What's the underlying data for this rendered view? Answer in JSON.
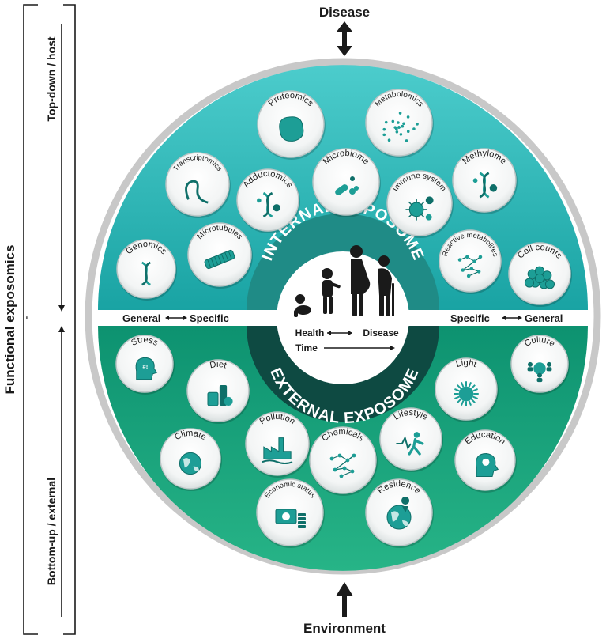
{
  "labels": {
    "top": "Disease",
    "bottom": "Environment",
    "left_main": "Functional exposomics",
    "left_top": "Top-down / host",
    "left_bottom": "Bottom-up / external",
    "left_sep": "-",
    "gs_left_a": "General",
    "gs_left_b": "Specific",
    "gs_right_a": "Specific",
    "gs_right_b": "General",
    "internal": "INTERNAL EXPOSOME",
    "external": "EXTERNAL EXPOSOME",
    "health": "Health",
    "disease": "Disease",
    "time": "Time"
  },
  "internal_items": [
    {
      "name": "Proteomics",
      "icon": "protein-blob-icon"
    },
    {
      "name": "Metabolomics",
      "icon": "metabolite-dots-icon"
    },
    {
      "name": "Transcriptomics",
      "icon": "rna-strand-icon"
    },
    {
      "name": "Microbiome",
      "icon": "bacteria-icon"
    },
    {
      "name": "Methylome",
      "icon": "methylated-dna-icon"
    },
    {
      "name": "Adductomics",
      "icon": "dna-adduct-icon"
    },
    {
      "name": "Immune system",
      "icon": "immune-cell-icon"
    },
    {
      "name": "Microtubules",
      "icon": "microtubule-icon"
    },
    {
      "name": "Reactive metabolites",
      "icon": "reactive-molecule-icon"
    },
    {
      "name": "Genomics",
      "icon": "dna-helix-icon"
    },
    {
      "name": "Cell counts",
      "icon": "cell-cluster-icon"
    }
  ],
  "external_items": [
    {
      "name": "Stress",
      "icon": "stressed-head-icon"
    },
    {
      "name": "Culture",
      "icon": "people-globe-icon"
    },
    {
      "name": "Diet",
      "icon": "food-icon"
    },
    {
      "name": "Light",
      "icon": "sun-icon"
    },
    {
      "name": "Pollution",
      "icon": "factory-icon"
    },
    {
      "name": "Lifestyle",
      "icon": "runner-icon"
    },
    {
      "name": "Climate",
      "icon": "globe-weather-icon"
    },
    {
      "name": "Chemicals",
      "icon": "molecule-network-icon"
    },
    {
      "name": "Education",
      "icon": "lightbulb-head-icon"
    },
    {
      "name": "Economic status",
      "icon": "money-icon"
    },
    {
      "name": "Residence",
      "icon": "globe-pin-icon"
    }
  ],
  "colors": {
    "internal_top": "#35c6c6",
    "internal_bottom": "#1aa7a6",
    "external_top": "#0f9c78",
    "external_bottom": "#24b386",
    "ring_dark": "#1e7f7a",
    "outer_ring": "#cfcfcf",
    "icon_teal": "#1d9e96"
  }
}
